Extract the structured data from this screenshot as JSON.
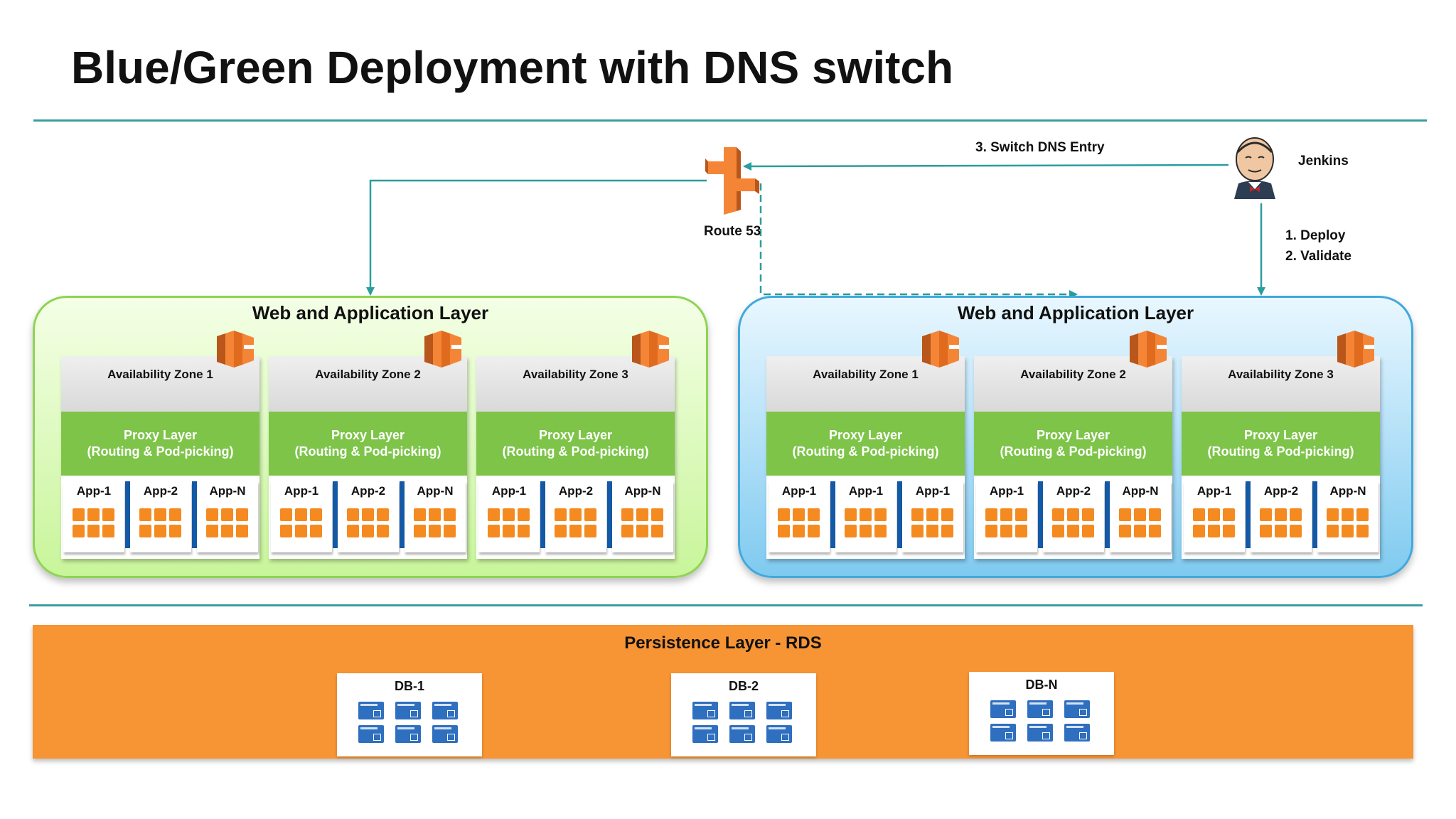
{
  "title": "Blue/Green Deployment with DNS switch",
  "route53": {
    "label": "Route 53"
  },
  "jenkins": {
    "label": "Jenkins"
  },
  "annotations": {
    "switch_dns": "3. Switch DNS Entry",
    "deploy": "1. Deploy",
    "validate": "2. Validate"
  },
  "environments": [
    {
      "color": "#c8f59a",
      "title": "Web and Application Layer",
      "zones": [
        {
          "label": "Availability Zone 1",
          "proxy_line1": "Proxy Layer",
          "proxy_line2": "(Routing & Pod-picking)",
          "apps": [
            "App-1",
            "App-2",
            "App-N"
          ]
        },
        {
          "label": "Availability Zone 2",
          "proxy_line1": "Proxy Layer",
          "proxy_line2": "(Routing & Pod-picking)",
          "apps": [
            "App-1",
            "App-2",
            "App-N"
          ]
        },
        {
          "label": "Availability Zone 3",
          "proxy_line1": "Proxy Layer",
          "proxy_line2": "(Routing & Pod-picking)",
          "apps": [
            "App-1",
            "App-2",
            "App-N"
          ]
        }
      ]
    },
    {
      "color": "#7fcaf0",
      "title": "Web and Application Layer",
      "zones": [
        {
          "label": "Availability Zone 1",
          "proxy_line1": "Proxy Layer",
          "proxy_line2": "(Routing & Pod-picking)",
          "apps": [
            "App-1",
            "App-1",
            "App-1"
          ]
        },
        {
          "label": "Availability Zone 2",
          "proxy_line1": "Proxy Layer",
          "proxy_line2": "(Routing & Pod-picking)",
          "apps": [
            "App-1",
            "App-2",
            "App-N"
          ]
        },
        {
          "label": "Availability Zone 3",
          "proxy_line1": "Proxy Layer",
          "proxy_line2": "(Routing & Pod-picking)",
          "apps": [
            "App-1",
            "App-2",
            "App-N"
          ]
        }
      ]
    }
  ],
  "persistence": {
    "title": "Persistence Layer - RDS",
    "color": "#f79433",
    "databases": [
      {
        "label": "DB-1"
      },
      {
        "label": "DB-2"
      },
      {
        "label": "DB-N"
      }
    ]
  },
  "colors": {
    "accent_line": "#3a9ea0",
    "proxy_green": "#7dc449",
    "pod_orange": "#f58a21",
    "separator_blue": "#1459a6",
    "route53_orange": "#f58536"
  },
  "icons": {
    "route53": "route53-icon",
    "jenkins": "jenkins-avatar-icon",
    "zone": "availability-zone-icon",
    "db": "rds-instance-icon",
    "pod": "container-pod-icon"
  }
}
